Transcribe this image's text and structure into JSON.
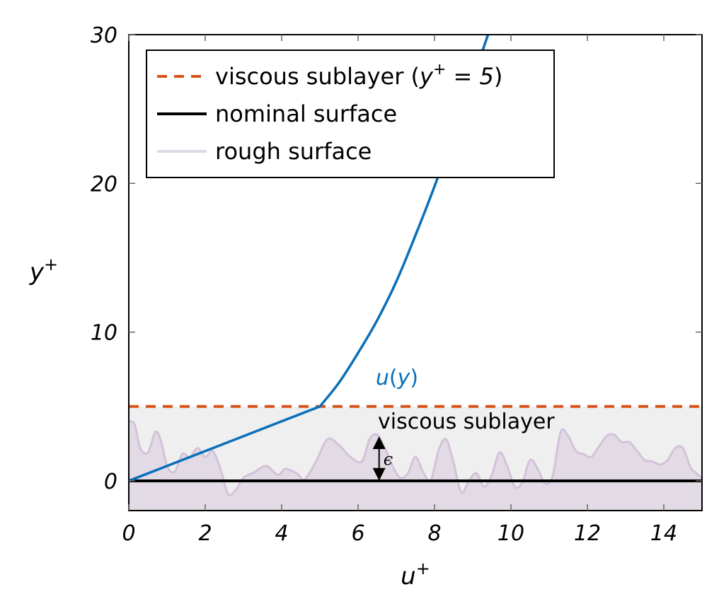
{
  "chart_data": {
    "type": "line",
    "xlabel_base": "u",
    "xlabel_sup": "+",
    "ylabel_base": "y",
    "ylabel_sup": "+",
    "xlim": [
      0,
      15
    ],
    "ylim": [
      -2,
      30
    ],
    "xticks": [
      0,
      2,
      4,
      6,
      8,
      10,
      12,
      14
    ],
    "yticks": [
      0,
      10,
      20,
      30
    ],
    "grid": false,
    "legend_position": "top-left",
    "colors": {
      "velocity": "#0a6fba",
      "sublayer": "#d95319",
      "nominal": "#000000",
      "rough_fill": "#e0d8e4",
      "rough_line": "#d3c2d8",
      "sublayer_band": "#efefef"
    },
    "series": [
      {
        "name": "viscous sublayer (y+ = 5)",
        "legend_label": {
          "pre": "viscous sublayer (",
          "var": "y",
          "sup": "+",
          "mid": " = ",
          "num": "5",
          "post": ")"
        },
        "style": "dashed",
        "color": "#d95319",
        "x": [
          0,
          15
        ],
        "y": [
          5,
          5
        ]
      },
      {
        "name": "nominal surface",
        "legend_label": "nominal surface",
        "style": "solid",
        "color": "#000000",
        "x": [
          0,
          15
        ],
        "y": [
          0,
          0
        ]
      },
      {
        "name": "rough surface",
        "legend_label": "rough surface",
        "style": "filled",
        "color": "#d3c2d8",
        "x": [
          0,
          0.15,
          0.3,
          0.5,
          0.7,
          0.85,
          1.0,
          1.2,
          1.4,
          1.6,
          1.8,
          2.0,
          2.2,
          2.4,
          2.6,
          2.8,
          3.0,
          3.3,
          3.6,
          3.9,
          4.1,
          4.4,
          4.6,
          4.9,
          5.2,
          5.5,
          5.8,
          6.1,
          6.3,
          6.5,
          6.7,
          6.9,
          7.1,
          7.3,
          7.5,
          7.7,
          7.9,
          8.1,
          8.3,
          8.5,
          8.7,
          8.9,
          9.1,
          9.3,
          9.5,
          9.7,
          9.9,
          10.1,
          10.3,
          10.5,
          10.7,
          10.9,
          11.1,
          11.3,
          11.5,
          11.7,
          11.9,
          12.1,
          12.3,
          12.5,
          12.7,
          12.9,
          13.1,
          13.3,
          13.5,
          13.7,
          13.9,
          14.1,
          14.3,
          14.5,
          14.7,
          14.85,
          15.0
        ],
        "y": [
          4.0,
          3.8,
          2.2,
          1.9,
          3.3,
          2.6,
          1.0,
          0.6,
          1.8,
          1.6,
          2.2,
          1.6,
          2.0,
          0.8,
          -0.9,
          -0.6,
          0.2,
          0.6,
          1.0,
          0.4,
          0.8,
          0.5,
          0.1,
          1.3,
          2.8,
          2.4,
          1.6,
          1.3,
          2.8,
          3.1,
          2.2,
          1.0,
          0.2,
          0.5,
          1.6,
          0.6,
          0.0,
          2.0,
          2.8,
          1.2,
          -0.8,
          0.0,
          0.5,
          -0.4,
          0.4,
          1.9,
          1.0,
          -0.4,
          -0.1,
          1.4,
          0.8,
          -0.2,
          0.4,
          3.3,
          3.0,
          2.0,
          1.8,
          1.6,
          2.3,
          3.0,
          3.1,
          2.6,
          2.6,
          2.0,
          1.4,
          1.3,
          1.1,
          1.4,
          2.2,
          2.2,
          0.9,
          0.5,
          0.2
        ]
      }
    ],
    "velocity_profile": {
      "label_var": "u",
      "label_arg": "y",
      "x": [
        0,
        1,
        2,
        3,
        4,
        5,
        5.5,
        6.0,
        6.5,
        7.0,
        7.5,
        8.0,
        8.5,
        9.0,
        9.4
      ],
      "y": [
        0,
        1.0,
        2.0,
        3.0,
        4.0,
        5.0,
        6.6,
        8.6,
        10.8,
        13.4,
        16.5,
        19.8,
        23.4,
        27.0,
        30.0
      ]
    },
    "annotations": {
      "sublayer_text": "viscous sublayer",
      "epsilon": "ϵ",
      "epsilon_x": 6.55,
      "epsilon_range": [
        0,
        3.0
      ]
    }
  }
}
